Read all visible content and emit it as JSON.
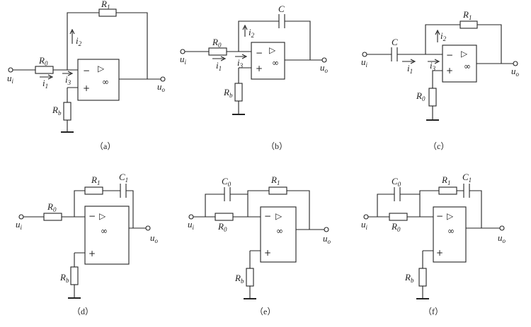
{
  "panels": [
    {
      "id": "a",
      "caption": "（a）"
    },
    {
      "id": "b",
      "caption": "（b）"
    },
    {
      "id": "c",
      "caption": "（c）"
    },
    {
      "id": "d",
      "caption": "（d）"
    },
    {
      "id": "e",
      "caption": "（e）"
    },
    {
      "id": "f",
      "caption": "（f）"
    }
  ],
  "labels": {
    "R": "R",
    "C": "C",
    "u": "u",
    "i": "i",
    "sub_0": "0",
    "sub_1": "1",
    "sub_2": "2",
    "sub_3": "3",
    "sub_b": "b",
    "sub_i": "i",
    "sub_o": "o",
    "minus": "−",
    "plus": "+",
    "tri": "▷",
    "inf": "∞"
  }
}
